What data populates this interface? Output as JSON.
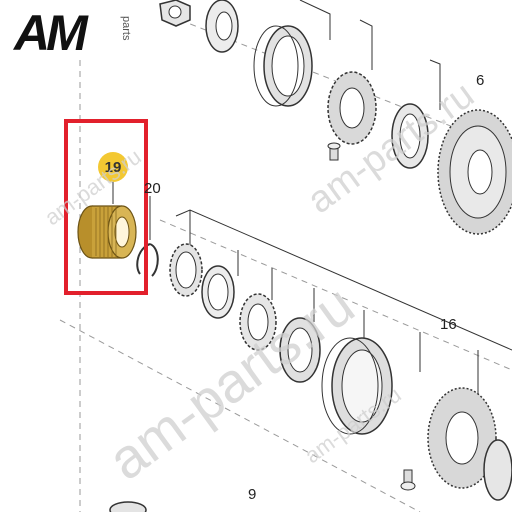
{
  "logo": {
    "mark": "AM",
    "suffix": "parts"
  },
  "callouts": {
    "part_19": "19",
    "part_20": "20",
    "part_6": "6",
    "part_16": "16",
    "part_9": "9"
  },
  "watermarks": {
    "large": "am-parts.ru",
    "small_left": "am-parts.ru",
    "small_right": "am-parts.ru",
    "small_bottom": "am-parts.ru"
  },
  "colors": {
    "highlight": "#e2202c",
    "badge": "#f3c832",
    "bearing": "#c9a13a",
    "line": "#333333"
  }
}
